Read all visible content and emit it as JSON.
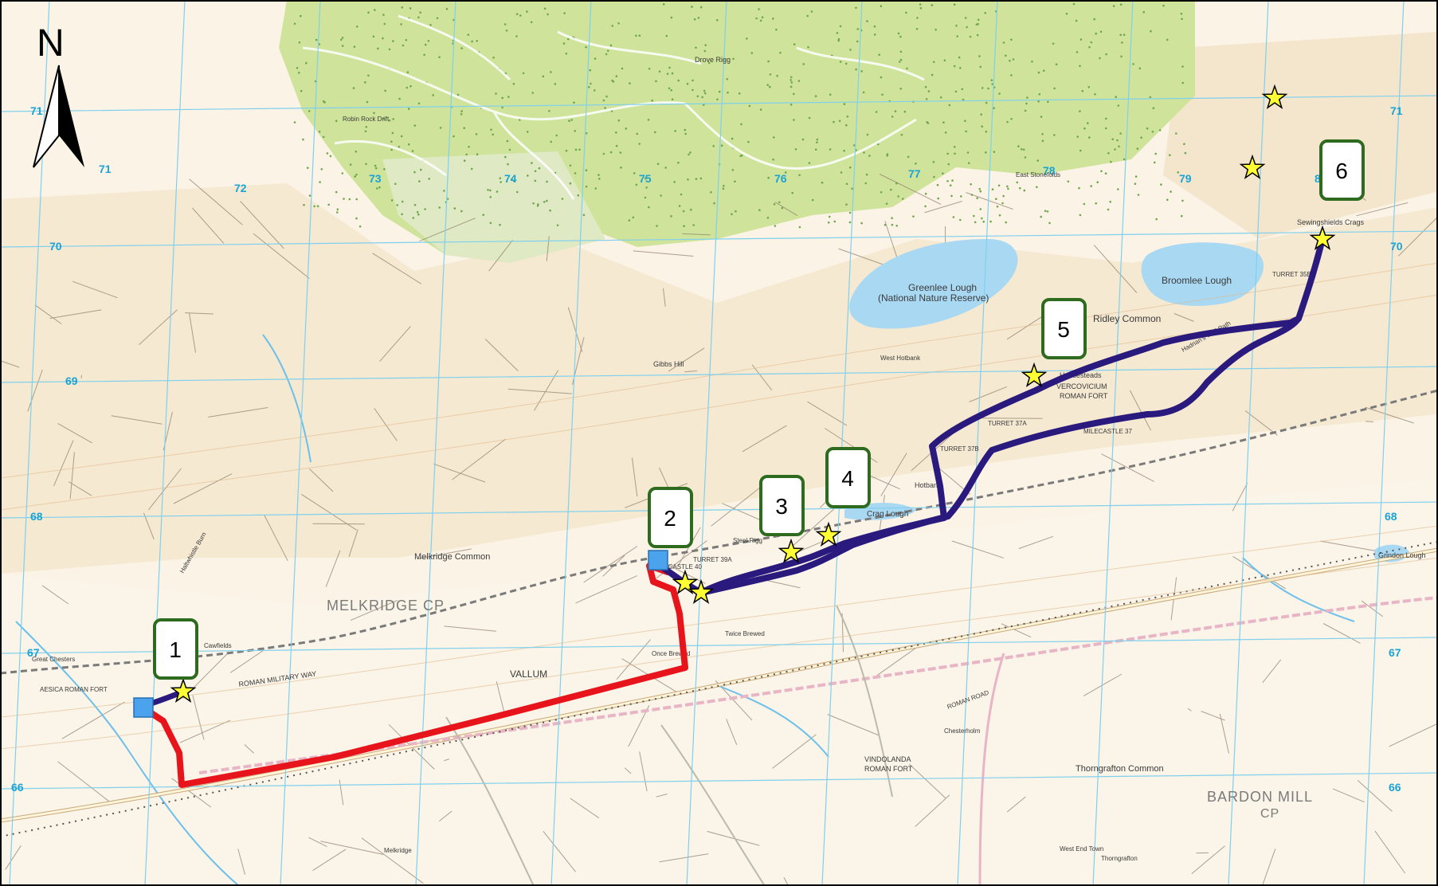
{
  "north_arrow": {
    "label": "N"
  },
  "waypoints": [
    {
      "number": "1"
    },
    {
      "number": "2"
    },
    {
      "number": "3"
    },
    {
      "number": "4"
    },
    {
      "number": "5"
    },
    {
      "number": "6"
    }
  ],
  "colors": {
    "route_red": "#e8141c",
    "route_purple": "#2a1a7e",
    "forest": "#cfe49a",
    "grid": "#7fd0ee",
    "grid_numbers": "#1aa3d6",
    "water": "#a9d8f2",
    "marker_border": "#2e6b1f",
    "start_square": "#4aa3ec",
    "star_fill": "#ffff33"
  },
  "grid_eastings": [
    "71",
    "72",
    "73",
    "74",
    "75",
    "76",
    "77",
    "78",
    "79",
    "80"
  ],
  "grid_northings": [
    "71",
    "70",
    "69",
    "68",
    "67",
    "66"
  ],
  "labels": {
    "greenlee_lough": "Greenlee Lough",
    "greenlee_reserve": "(National Nature Reserve)",
    "broomlee_lough": "Broomlee Lough",
    "crag_lough": "Crag Lough",
    "grindon_lough": "Grindon Lough",
    "melkridge_cp": "MELKRIDGE CP",
    "bardon_mill": "BARDON MILL",
    "bardon_mill_cp": "CP",
    "melkridge_common": "Melkridge Common",
    "ridley_common": "Ridley Common",
    "vallum": "VALLUM",
    "roman_military_way": "ROMAN MILITARY WAY",
    "housesteads": "Housesteads",
    "vercovicium": "VERCOVICIUM",
    "roman_fort": "ROMAN FORT",
    "vindolanda": "VINDOLANDA",
    "vindolanda_fort": "ROMAN FORT",
    "thorngrafton_common": "Thorngrafton Common",
    "gibbs_hill": "Gibbs Hill",
    "hotbank": "Hotbank",
    "milecastle_40": "MILECASTLE 40",
    "milecastle_37": "MILECASTLE 37",
    "turret_39a": "TURRET 39A",
    "turret_37a": "TURRET 37A",
    "turret_37b": "TURRET 37B",
    "turret_35b": "TURRET 35B",
    "sewingshields_crags": "Sewingshields Crags",
    "west_hotbank": "West Hotbank",
    "east_stonefolds": "East Stonefolds",
    "aesica_roman_fort": "AESICA ROMAN FORT",
    "great_chesters": "Great Chesters",
    "once_brewed": "Once Brewed",
    "twice_brewed": "Twice Brewed",
    "chesterholm": "Chesterholm",
    "roman_road": "ROMAN ROAD",
    "hadrians_wall_path": "Hadrian's Wall Path",
    "steel_rigg": "Steel Rigg",
    "cawfields": "Cawfields",
    "west_end_town": "West End Town",
    "thorngrafton": "Thorngrafton",
    "drove_rigg": "Drove Rigg",
    "robin_rock_drift": "Robin Rock Drift",
    "melkridge": "Melkridge",
    "haltwhistle_burn": "Haltwhistle Burn"
  }
}
